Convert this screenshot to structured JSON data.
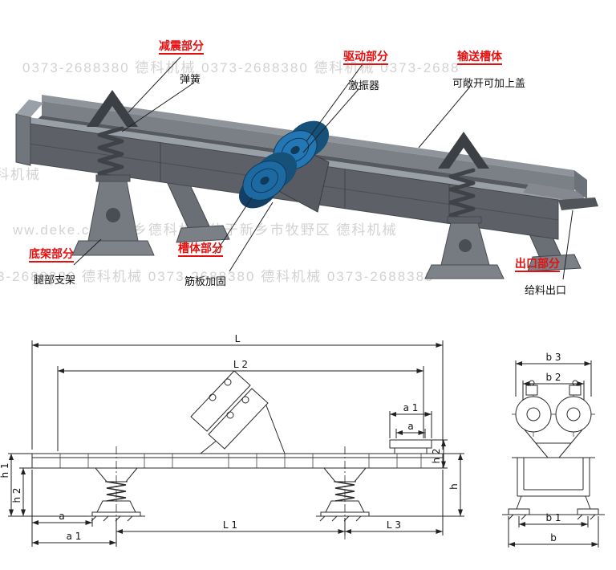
{
  "figure": {
    "type": "vibrating-conveyor-technical-diagram"
  },
  "colors": {
    "callout_red": "#e60f0f",
    "label_black": "#111111",
    "machine_body_gray": "#5d6167",
    "machine_dark_gray": "#44474d",
    "machine_light_gray": "#9aa0a7",
    "motor_blue": "#1d6aa3",
    "motor_blue_dark": "#123f63",
    "drawing_line": "#2a2a2a",
    "watermark_gray": "#d2d2d2"
  },
  "watermarks": {
    "row1": "0373-2688380 德科机械 0373-2688380 德科机械 0373-2688",
    "row2": "乡",
    "row3": "科机械",
    "row4": "ww.deke.com 新乡德科机械位于新乡市牧野区 德科机械",
    "row5": "3-2688380 德科机械 0373-2688380 德科机械 0373-2688380"
  },
  "callouts": {
    "damping": {
      "title": "减震部分",
      "sub": "弹簧"
    },
    "drive": {
      "title": "驱动部分",
      "sub": "激振器"
    },
    "trough": {
      "title": "输送槽体",
      "sub": "可敞开可加上盖"
    },
    "base": {
      "title": "底架部分",
      "sub": "腿部支架"
    },
    "channel": {
      "title": "槽体部分",
      "sub": "筋板加固"
    },
    "outlet": {
      "title": "出口部分",
      "sub": "给料出口"
    }
  },
  "side_view": {
    "dims": {
      "L": "L",
      "L2": "L 2",
      "L1": "L 1",
      "L3": "L 3",
      "a1_outlet": "a 1",
      "a_outlet": "a",
      "h2_outlet": "h 2",
      "h_right": "h",
      "h1_left": "h 1",
      "h2_left": "h 2",
      "a_bottom": "a",
      "a1_bottom": "a 1"
    }
  },
  "end_view": {
    "dims": {
      "b3": "b 3",
      "b2": "b 2",
      "b1": "b 1",
      "b": "b"
    }
  }
}
